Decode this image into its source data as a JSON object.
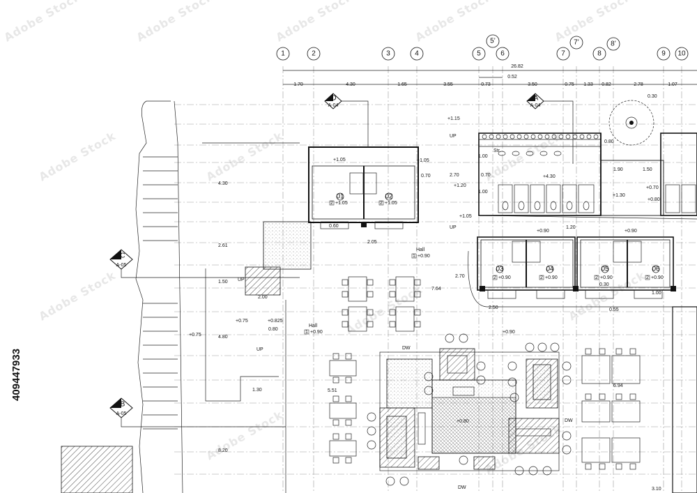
{
  "grid": {
    "columns": [
      "1",
      "2",
      "3",
      "4",
      "5",
      "5’",
      "6",
      "7",
      "7’",
      "8",
      "8’",
      "9",
      "10"
    ],
    "overall_dimension": "26.82",
    "sub_dimension": "0.52",
    "spacings": [
      "1.70",
      "4.30",
      "1.65",
      "3.55",
      "0.73",
      "3.50",
      "0.75",
      "1.33",
      "0.82",
      "2.78",
      "1.07"
    ]
  },
  "sections": [
    {
      "letter": "D",
      "sheet": "A-04"
    },
    {
      "letter": "A",
      "sheet": "A-04"
    },
    {
      "letter": "C",
      "sheet": "A-05"
    },
    {
      "letter": "B",
      "sheet": "A-05"
    }
  ],
  "labels": {
    "hall_1": "Hall",
    "hall_1_level": "+0.90",
    "hall_1_num": "1",
    "hall_2": "Hall",
    "hall_2_level": "+0.90",
    "hall_2_num": "1",
    "up": "UP",
    "str": "Str.",
    "dw": "DW"
  },
  "rooms": [
    {
      "num": "01",
      "level": "+1.05",
      "tag": "2"
    },
    {
      "num": "02",
      "level": "+1.05",
      "tag": "2"
    },
    {
      "num": "03",
      "level": "+0.90",
      "tag": "2"
    },
    {
      "num": "04",
      "level": "+0.90",
      "tag": "2"
    },
    {
      "num": "05",
      "level": "+0.90",
      "tag": "2"
    },
    {
      "num": "06",
      "level": "+0.90",
      "tag": "2"
    }
  ],
  "annotations": [
    "+1.15",
    "+1.05",
    "+1.05",
    "+1.20",
    "+1.05",
    "1.00",
    "0.70",
    "2.70",
    "0.70",
    "1.00",
    "+4.30",
    "+1.30",
    "1.90",
    "1.50",
    "+0.70",
    "+0.80",
    "0.30",
    "0.80",
    "4.30",
    "2.61",
    "1.50",
    "2.00",
    "+0.75",
    "+0.825",
    "0.80",
    "4.80",
    "+0.75",
    "1.30",
    "8.20",
    "0.60",
    "2.05",
    "7.64",
    "2.70",
    "2.50",
    "0.30",
    "0.55",
    "1.00",
    "1.20",
    "+0.90",
    "+0.90",
    "+0.90",
    "+0.80",
    "5.51",
    "6.94",
    "3.10",
    "+0.90"
  ],
  "watermark": "409447933",
  "stock_mark": "Adobe Stock"
}
